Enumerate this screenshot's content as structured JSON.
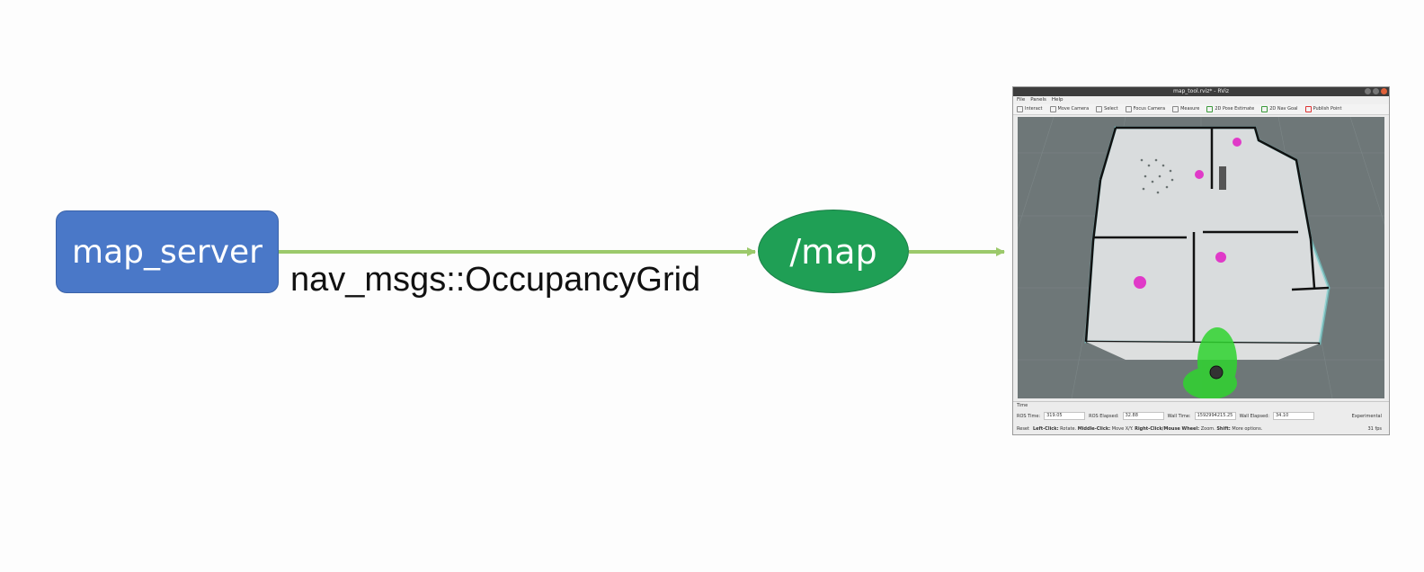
{
  "diagram": {
    "source_node": "map_server",
    "topic_node": "/map",
    "edge_label": "nav_msgs::OccupancyGrid",
    "colors": {
      "source_fill": "#4a78c8",
      "topic_fill": "#1f9f55",
      "arrow": "#9cc96b"
    }
  },
  "rviz": {
    "title": "map_tool.rviz* - RViz",
    "menu": [
      "File",
      "Panels",
      "Help"
    ],
    "toolbar": [
      "Interact",
      "Move Camera",
      "Select",
      "Focus Camera",
      "Measure",
      "2D Pose Estimate",
      "2D Nav Goal",
      "Publish Point"
    ],
    "time_panel": "Time",
    "ros_time_label": "ROS Time:",
    "ros_time": "319.05",
    "ros_elapsed_label": "ROS Elapsed:",
    "ros_elapsed": "32.88",
    "wall_time_label": "Wall Time:",
    "wall_time": "1592994215.25",
    "wall_elapsed_label": "Wall Elapsed:",
    "wall_elapsed": "34.10",
    "experimental": "Experimental",
    "reset": "Reset",
    "hint_left_bold": "Left-Click:",
    "hint_left": "Rotate.",
    "hint_middle_bold": "Middle-Click:",
    "hint_middle": "Move X/Y.",
    "hint_right_bold": "Right-Click/Mouse Wheel:",
    "hint_right": "Zoom.",
    "hint_shift_bold": "Shift:",
    "hint_shift": "More options.",
    "fps": "31 fps"
  }
}
